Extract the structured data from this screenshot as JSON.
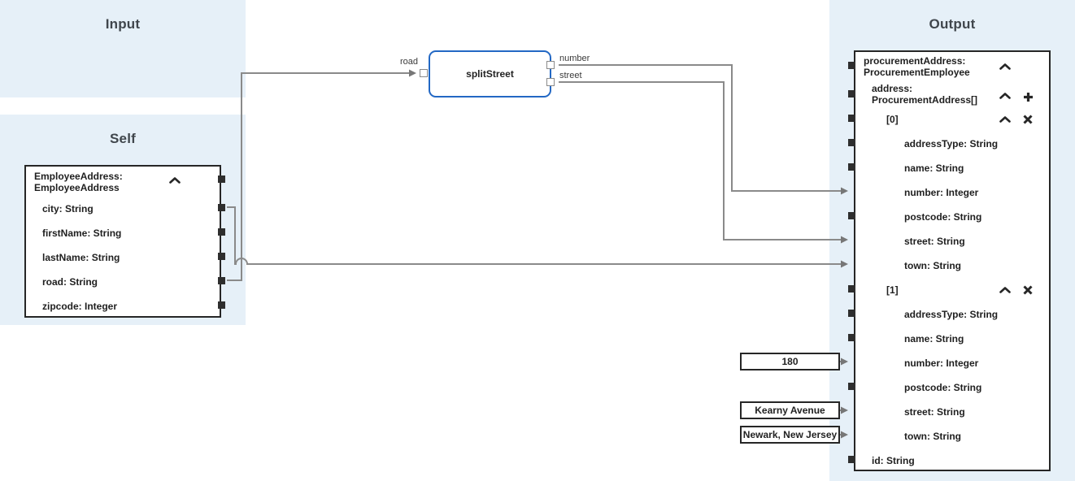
{
  "panels": {
    "input": {
      "title": "Input"
    },
    "self": {
      "title": "Self"
    },
    "output": {
      "title": "Output"
    }
  },
  "self_box": {
    "header": {
      "line1": "EmployeeAddress:",
      "line2": "EmployeeAddress"
    },
    "fields": [
      {
        "label": "city: String"
      },
      {
        "label": "firstName: String"
      },
      {
        "label": "lastName: String"
      },
      {
        "label": "road: String"
      },
      {
        "label": "zipcode: Integer"
      }
    ]
  },
  "function_box": {
    "name": "splitStreet",
    "input_ports": [
      {
        "label": "road"
      }
    ],
    "output_ports": [
      {
        "label": "number"
      },
      {
        "label": "street"
      }
    ]
  },
  "constants": [
    {
      "value": "180"
    },
    {
      "value": "Kearny Avenue"
    },
    {
      "value": "Newark, New Jersey"
    }
  ],
  "output_box": {
    "header": {
      "line1": "procurementAddress:",
      "line2": "ProcurementEmployee"
    },
    "address_header": {
      "line1": "address:",
      "line2": "ProcurementAddress[]"
    },
    "rows": [
      {
        "label": "[0]"
      },
      {
        "label": "addressType: String"
      },
      {
        "label": "name: String"
      },
      {
        "label": "number: Integer"
      },
      {
        "label": "postcode: String"
      },
      {
        "label": "street: String"
      },
      {
        "label": "town: String"
      },
      {
        "label": "[1]"
      },
      {
        "label": "addressType: String"
      },
      {
        "label": "name: String"
      },
      {
        "label": "number: Integer"
      },
      {
        "label": "postcode: String"
      },
      {
        "label": "street: String"
      },
      {
        "label": "town: String"
      },
      {
        "label": "id: String"
      }
    ]
  },
  "mappings": [
    {
      "from": "EmployeeAddress.road",
      "to": "splitStreet.road"
    },
    {
      "from": "EmployeeAddress.city",
      "to": "address[0].town"
    },
    {
      "from": "splitStreet.number",
      "to": "address[0].number"
    },
    {
      "from": "splitStreet.street",
      "to": "address[0].street"
    },
    {
      "from": "constant:180",
      "to": "address[1].number"
    },
    {
      "from": "constant:Kearny Avenue",
      "to": "address[1].street"
    },
    {
      "from": "constant:Newark, New Jersey",
      "to": "address[1].town"
    }
  ],
  "colors": {
    "panel_bg": "#e6f0f8",
    "box_border": "#262626",
    "function_border": "#2368c4",
    "wire": "#8a8a8a",
    "text": "#1f1f1f"
  }
}
